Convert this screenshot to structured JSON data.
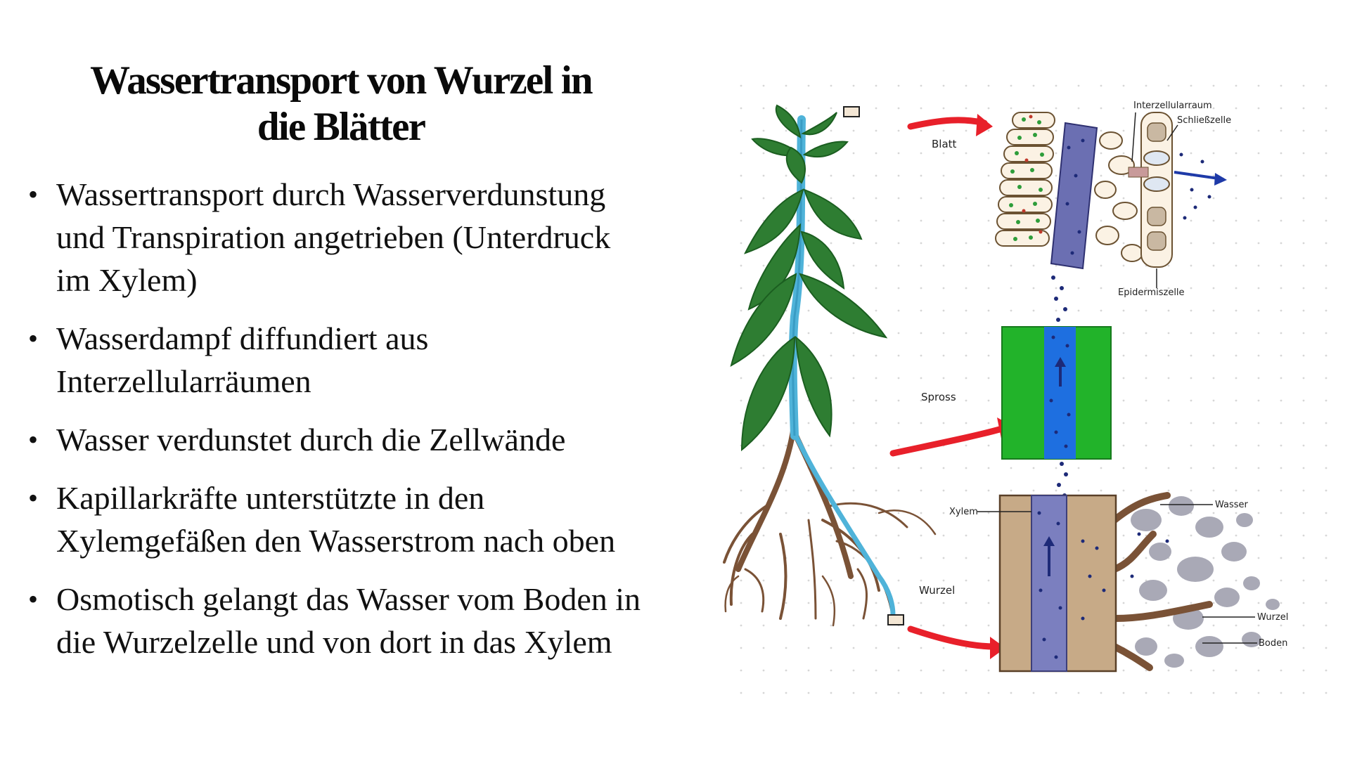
{
  "title_line1": "Wassertransport von Wurzel in",
  "title_line2": "die Blätter",
  "bullets": [
    {
      "line1": "Wassertransport durch Wasserverdunstung",
      "line2": "und Transpiration angetrieben (Unterdruck",
      "line3": "im Xylem)"
    },
    {
      "line1": "Wasserdampf diffundiert aus",
      "line2": "Interzellularräumen"
    },
    {
      "line1": "Wasser verdunstet durch die Zellwände"
    },
    {
      "line1": "Kapillarkräfte unterstützte in den",
      "line2": "Xylemgefäßen den Wasserstrom nach oben"
    },
    {
      "line1": "Osmotisch gelangt das Wasser vom Boden in",
      "line2": "die Wurzelzelle und von dort in das Xylem"
    }
  ],
  "diagram_labels": {
    "blatt": "Blatt",
    "interzellularraum": "Interzellularraum",
    "schliesszelle": "Schließzelle",
    "epidermiszelle": "Epidermiszelle",
    "spross": "Spross",
    "xylem": "Xylem",
    "wasser": "Wasser",
    "wurzel": "Wurzel",
    "wurzel_right": "Wurzel",
    "boden": "Boden"
  },
  "colors": {
    "leaf_green": "#2e7d32",
    "stem_blue": "#4fb3d9",
    "root_brown": "#7a5236",
    "arrow_red": "#e8202a",
    "xylem_blue": "#1e6fe0",
    "spross_green": "#22b32a",
    "water_dot": "#1d2a78",
    "soil_grey": "#a9a9b6"
  }
}
